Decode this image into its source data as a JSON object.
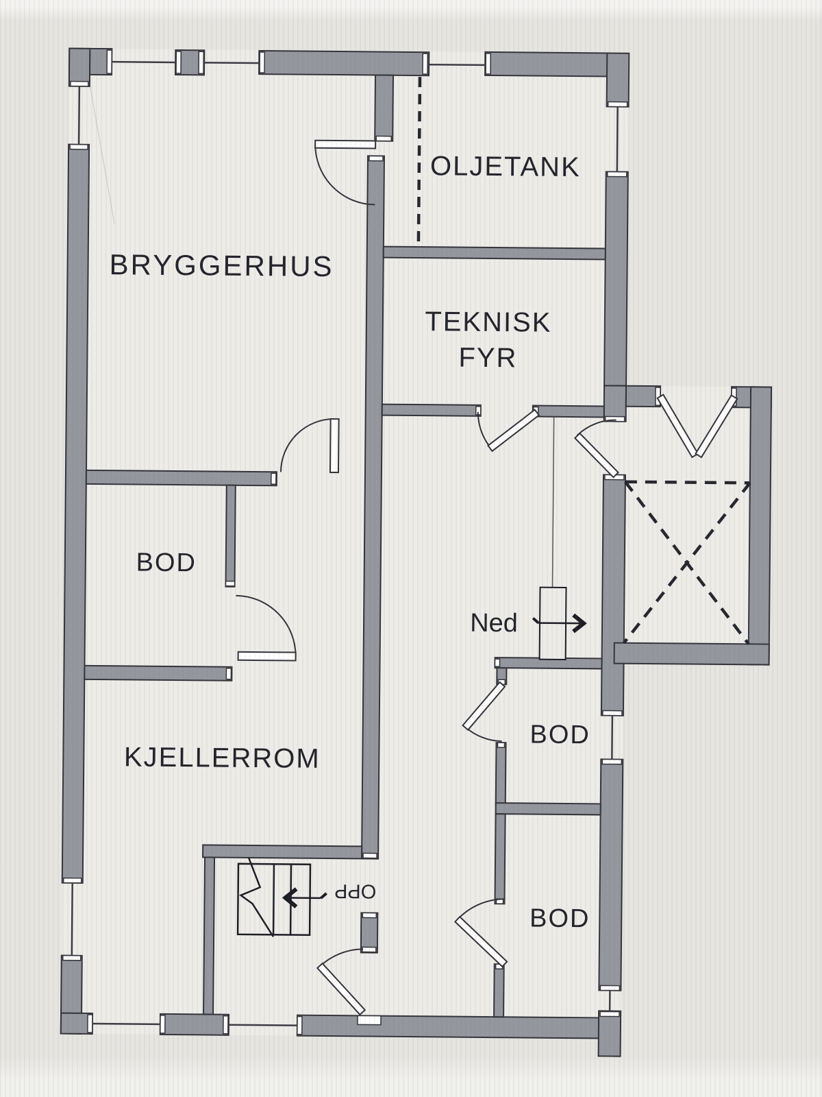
{
  "labels": {
    "bryggerhus": "BRYGGERHUS",
    "oljetank": "OLJETANK",
    "teknisk_line1": "TEKNISK",
    "teknisk_line2": "FYR",
    "bod_left": "BOD",
    "kjellerrom": "KJELLERROM",
    "bod_middle": "BOD",
    "bod_lower": "BOD",
    "stair_down": "Ned",
    "stair_up": "OPP"
  },
  "colors": {
    "background": "#e6e5e1",
    "floor": "#edece8",
    "wall_fill": "#94979e",
    "wall_stroke": "#33333b",
    "line": "#3c3c44",
    "dash": "#26262e",
    "text": "#23232b"
  }
}
